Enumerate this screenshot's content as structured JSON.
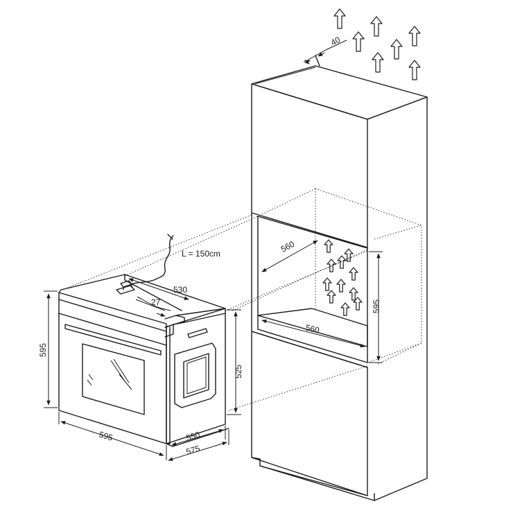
{
  "labels": {
    "gap_top": "40",
    "cable_length": "L = 150cm",
    "oven_depth_top": "530",
    "oven_offset": "27",
    "oven_height": "595",
    "oven_width": "595",
    "oven_body_height": "525",
    "oven_body_depth": "550",
    "oven_total_depth": "575",
    "niche_depth": "560",
    "niche_width": "560",
    "niche_height": "595"
  },
  "icons": {
    "airflow": "up-arrow-icon"
  }
}
